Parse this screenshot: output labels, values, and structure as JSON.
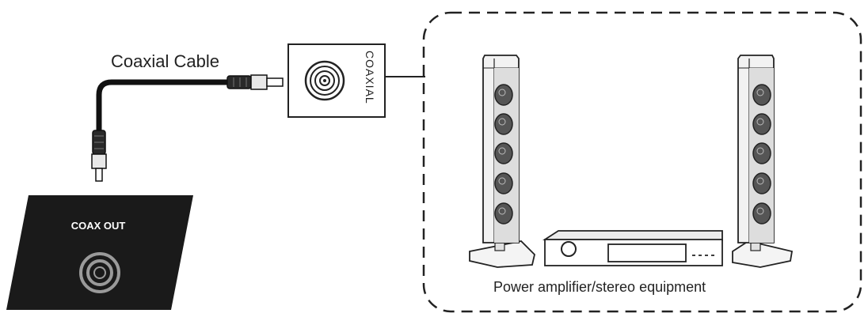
{
  "cable_label": "Coaxial Cable",
  "tv_port_label": "COAX OUT",
  "receiver_jack_label": "COAXIAL",
  "equipment_label": "Power amplifier/stereo equipment",
  "colors": {
    "panel": "#1a1a1a",
    "line": "#222222",
    "speaker_body": "#f2f2f2",
    "driver": "#555555",
    "port_ring": "#9a9a9a"
  },
  "icons": [
    "coax-port-icon",
    "rca-plug-icon",
    "coaxial-jack-icon",
    "speaker-icon",
    "amplifier-icon"
  ]
}
